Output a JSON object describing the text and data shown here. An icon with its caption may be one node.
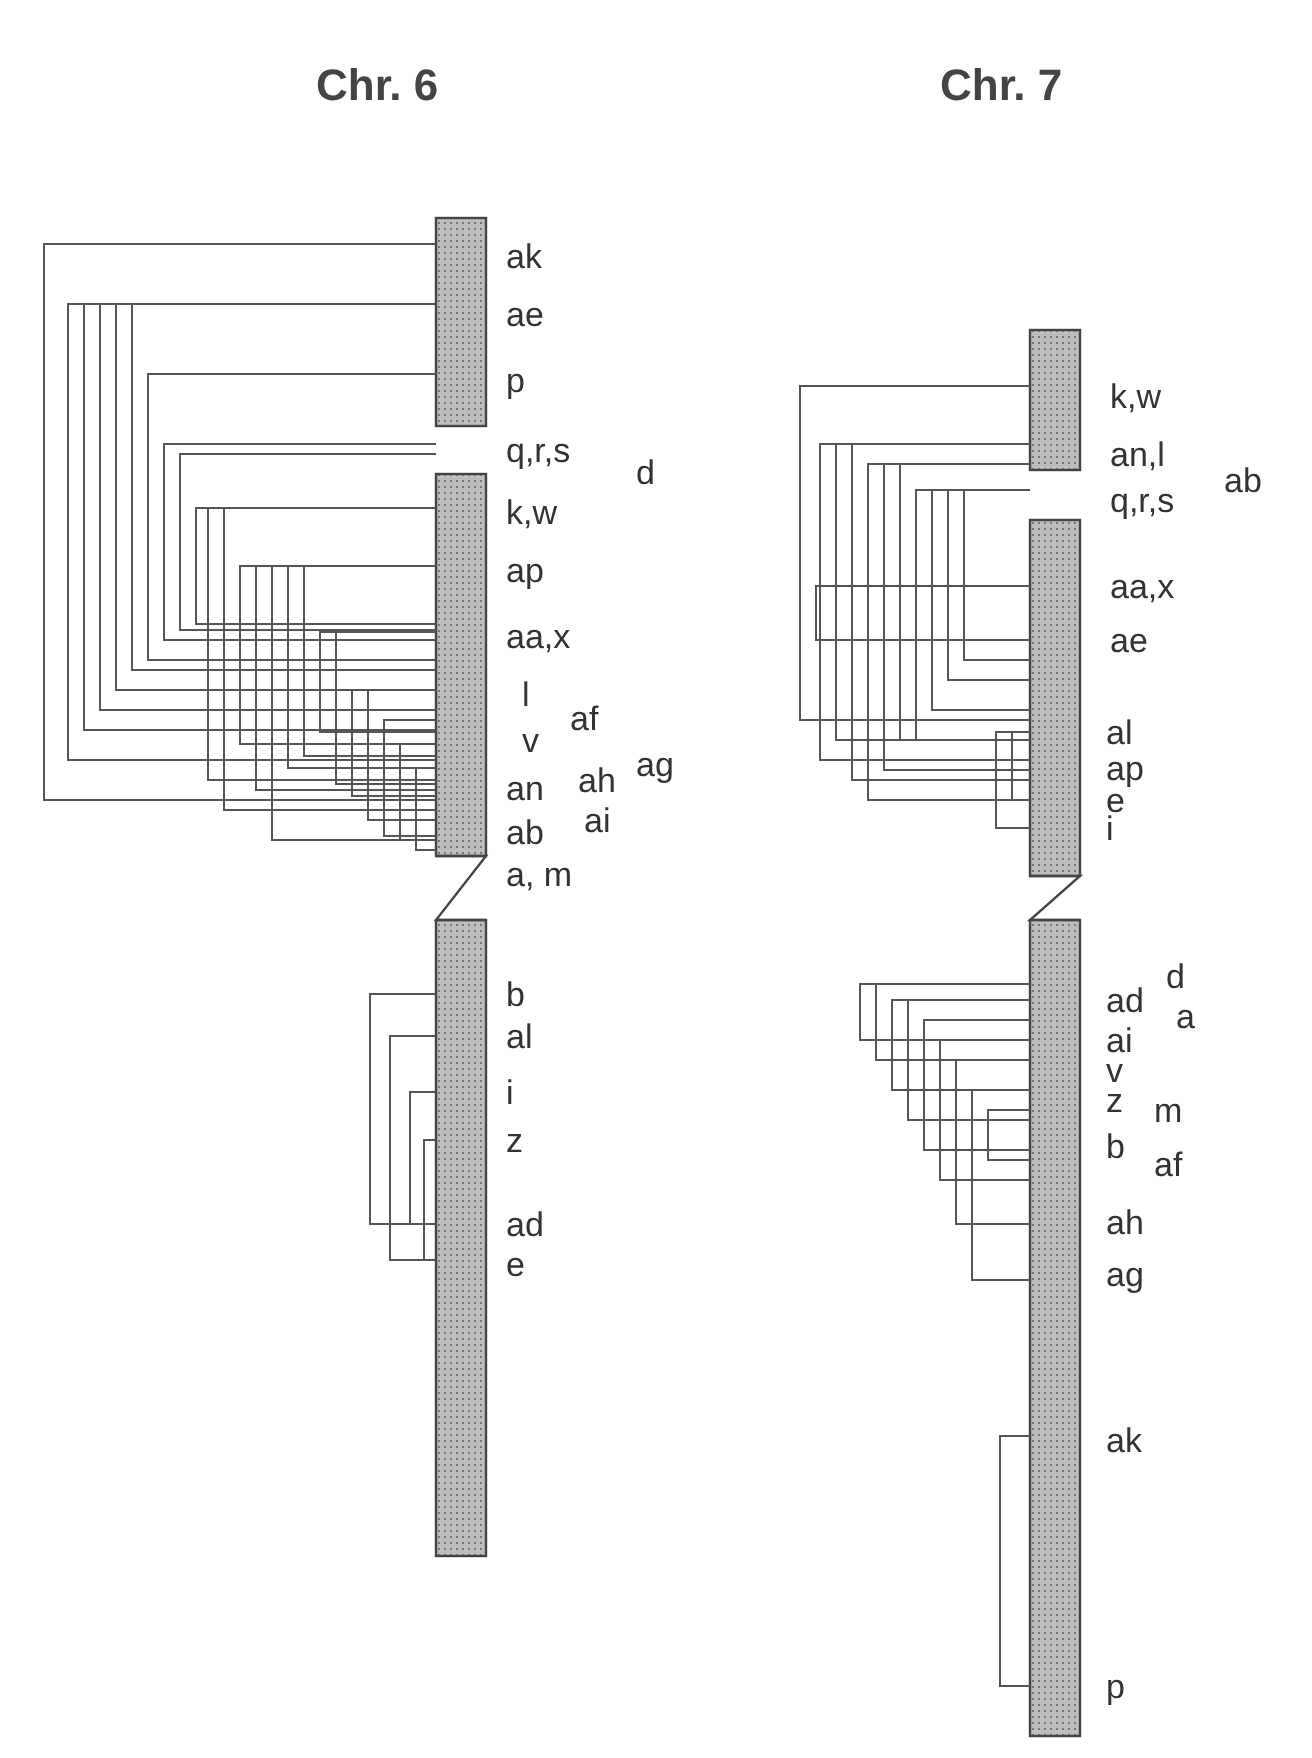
{
  "diagram": {
    "labels": [
      "Chr. 6",
      "Chr. 7",
      "ak",
      "ae",
      "p",
      "q,r,s",
      "d",
      "k,w",
      "ap",
      "aa,x",
      "l",
      "af",
      "v",
      "ag",
      "an",
      "ah",
      "ai",
      "ab",
      "a, m",
      "b",
      "al",
      "i",
      "z",
      "ad",
      "e",
      "k,w",
      "an,l",
      "ab",
      "q,r,s",
      "aa,x",
      "ae",
      "al",
      "ap",
      "e",
      "i",
      "ad",
      "d",
      "a",
      "ai",
      "v",
      "z",
      "m",
      "b",
      "af",
      "ah",
      "ag",
      "ak",
      "p"
    ]
  }
}
